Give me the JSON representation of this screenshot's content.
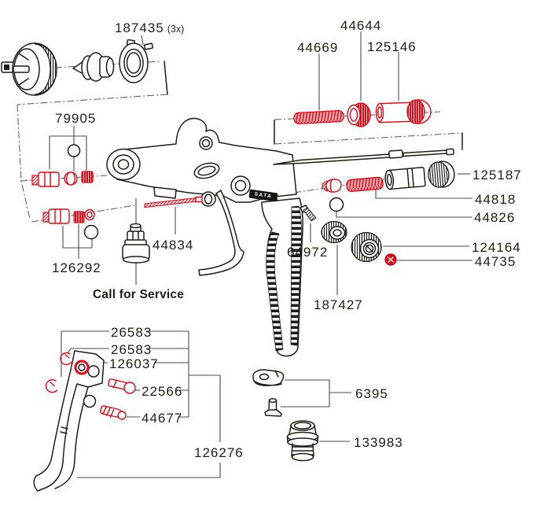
{
  "diagram": {
    "kind": "exploded-parts-diagram",
    "subject": "paint spray gun",
    "brand_badge": "SATA",
    "accent_color": "#e30613",
    "line_color": "#1d1d1b"
  },
  "labels": {
    "n187435": {
      "text": "187435",
      "suffix": "(3x)"
    },
    "n79905": {
      "text": "79905"
    },
    "n44669": {
      "text": "44669"
    },
    "n44644": {
      "text": "44644"
    },
    "n125146": {
      "text": "125146"
    },
    "n125187": {
      "text": "125187"
    },
    "n44818": {
      "text": "44818"
    },
    "n44826": {
      "text": "44826"
    },
    "n124164": {
      "text": "124164"
    },
    "n44735": {
      "text": "44735"
    },
    "n44834": {
      "text": "44834"
    },
    "n64972": {
      "text": "64972"
    },
    "n187427": {
      "text": "187427"
    },
    "n126292": {
      "text": "126292"
    },
    "service": {
      "text": "Call for Service"
    },
    "n26583a": {
      "text": "26583"
    },
    "n26583b": {
      "text": "26583"
    },
    "n126037": {
      "text": "126037"
    },
    "n22566": {
      "text": "22566"
    },
    "n44677": {
      "text": "44677"
    },
    "n126276": {
      "text": "126276"
    },
    "n6395": {
      "text": "6395"
    },
    "n133983": {
      "text": "133983"
    }
  }
}
